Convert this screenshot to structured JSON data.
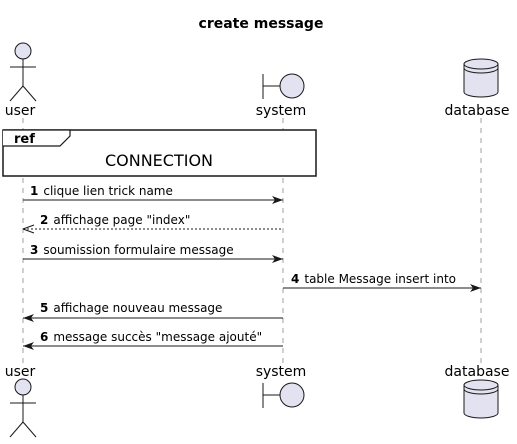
{
  "title": "create message",
  "participants": [
    {
      "name": "user",
      "kind": "actor"
    },
    {
      "name": "system",
      "kind": "boundary"
    },
    {
      "name": "database",
      "kind": "database"
    }
  ],
  "ref": {
    "keyword": "ref",
    "text": "CONNECTION"
  },
  "messages": [
    {
      "num": "1",
      "text": "clique lien trick name",
      "from": "user",
      "to": "system",
      "dashed": false
    },
    {
      "num": "2",
      "text": "affichage page \"index\"",
      "from": "system",
      "to": "user",
      "dashed": true
    },
    {
      "num": "3",
      "text": "soumission formulaire message",
      "from": "user",
      "to": "system",
      "dashed": false
    },
    {
      "num": "4",
      "text": "table Message insert into",
      "from": "system",
      "to": "database",
      "dashed": false
    },
    {
      "num": "5",
      "text": "affichage nouveau message",
      "from": "system",
      "to": "user",
      "dashed": false
    },
    {
      "num": "6",
      "text": "message succès \"message ajouté\"",
      "from": "system",
      "to": "user",
      "dashed": false
    }
  ],
  "colors": {
    "participant_fill": "#E2E2F0",
    "stroke": "#181818",
    "lifeline": "#A0A0A0"
  }
}
